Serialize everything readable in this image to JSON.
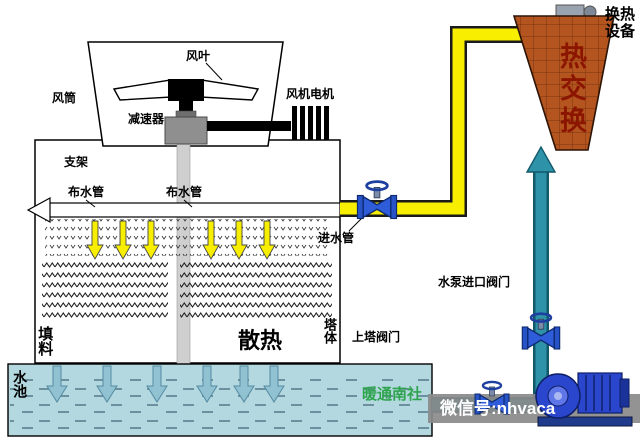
{
  "diagram": {
    "labels": {
      "fan_blade": "风叶",
      "wind_duct": "风筒",
      "fan_motor": "风机电机",
      "reducer": "减速器",
      "support": "支架",
      "water_dist_pipe_left": "布水管",
      "water_dist_pipe_right": "布水管",
      "inlet_pipe": "进水管",
      "fill_material": "填料",
      "heat_dissipation": "散热",
      "tower_body": "塔体",
      "water_pool": "水池",
      "pump_inlet_valve": "水泵进口阀门",
      "tower_valve": "上塔阀门",
      "heat_exchange": "热交换",
      "heat_exchange_equipment": "换热设备",
      "watermark_green": "暖通南社",
      "watermark_white": "微信号:nhvaca"
    },
    "colors": {
      "pipe_yellow": "#f7ee00",
      "pipe_teal": "#2e93a8",
      "pipe_teal_dark": "#11586a",
      "exchanger_orange": "#b4551f",
      "heat_text_red": "#8c1500",
      "pump_blue": "#2a46cc",
      "pool_blue": "#b4d8e0",
      "pool_arrow_blue": "#90c2d2",
      "watermark_green": "#2fa44e",
      "watermark_strip_gray": "#8a8a8a"
    }
  }
}
